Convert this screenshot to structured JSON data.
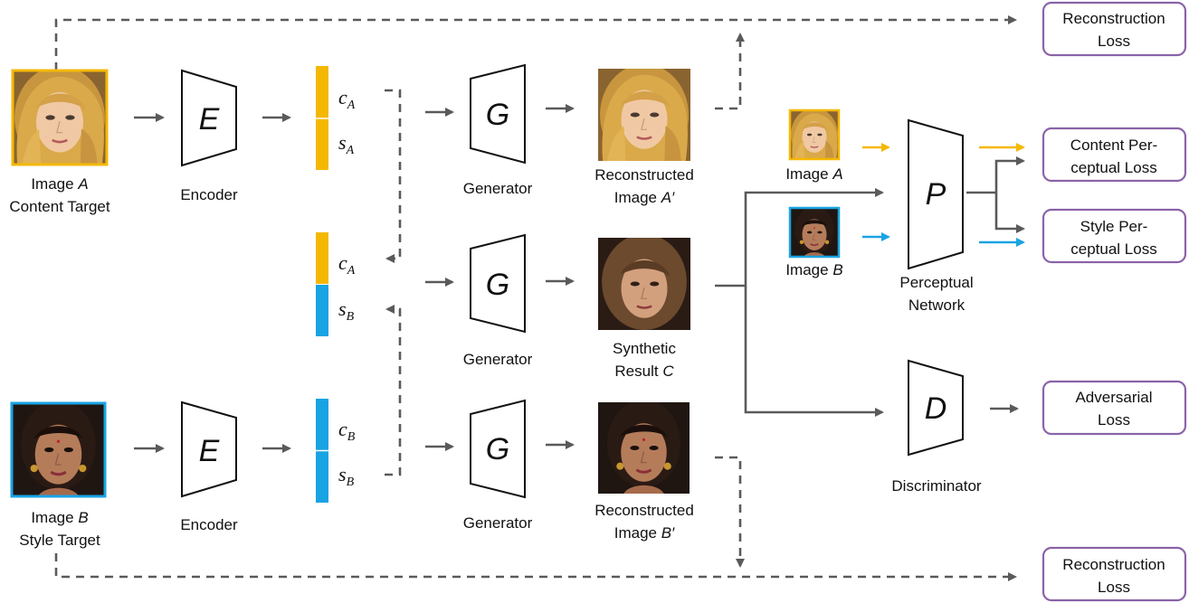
{
  "colors": {
    "content_code": "#f5b800",
    "style_code": "#1aa3e3",
    "loss_border": "#8a63a8",
    "arrow": "#5a5a5a",
    "content_arrow": "#f5b800",
    "style_arrow": "#1aa3e3"
  },
  "inputs": {
    "a": {
      "line1_prefix": "Image ",
      "line1_var": "A",
      "line2": "Content Target"
    },
    "b": {
      "line1_prefix": "Image ",
      "line1_var": "B",
      "line2": "Style Target"
    }
  },
  "encoder": {
    "symbol": "E",
    "label": "Encoder"
  },
  "generator": {
    "symbol": "G",
    "label": "Generator"
  },
  "codes": {
    "c": "c",
    "s": "s",
    "sub_a": "A",
    "sub_b": "B"
  },
  "outputs": {
    "recon_a": {
      "line1": "Reconstructed",
      "line2_prefix": "Image ",
      "line2_var": "A′"
    },
    "synthetic": {
      "line1": "Synthetic",
      "line2_prefix": "Result ",
      "line2_var": "C"
    },
    "recon_b": {
      "line1": "Reconstructed",
      "line2_prefix": "Image ",
      "line2_var": "B′"
    }
  },
  "perceptual": {
    "symbol": "P",
    "line1": "Perceptual",
    "line2": "Network",
    "image_a_prefix": "Image ",
    "image_a_var": "A",
    "image_b_prefix": "Image ",
    "image_b_var": "B"
  },
  "discriminator": {
    "symbol": "D",
    "label": "Discriminator"
  },
  "losses": {
    "recon_top": {
      "line1": "Reconstruction",
      "line2": "Loss"
    },
    "content": {
      "line1": "Content  Per-",
      "line2": "ceptual Loss"
    },
    "style": {
      "line1": "Style Per-",
      "line2": "ceptual Loss"
    },
    "adversarial": {
      "line1": "Adversarial",
      "line2": "Loss"
    },
    "recon_bottom": {
      "line1": "Reconstruction",
      "line2": "Loss"
    }
  },
  "icons": {
    "face_a": "blonde-face-photo-icon",
    "face_b": "dark-haired-face-photo-icon"
  }
}
